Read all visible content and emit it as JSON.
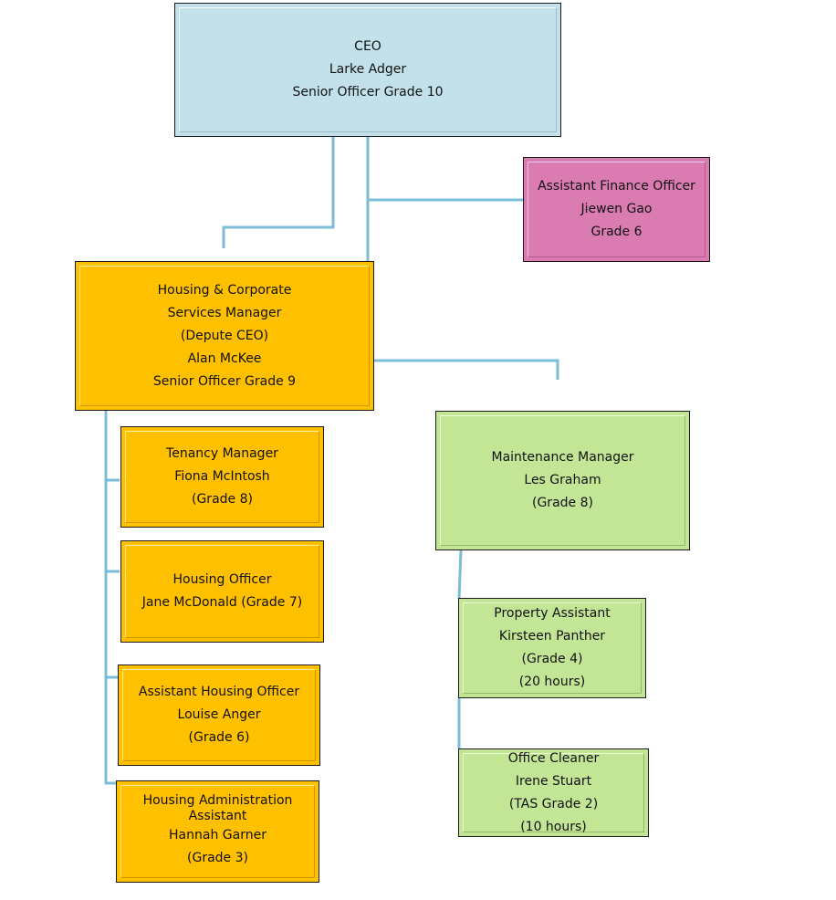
{
  "chart": {
    "boxes": {
      "ceo": {
        "lines": [
          "CEO",
          "Larke Adger",
          "Senior Officer Grade 10"
        ]
      },
      "finance": {
        "lines": [
          "Assistant Finance Officer",
          "Jiewen Gao",
          "Grade 6"
        ]
      },
      "deputy": {
        "lines": [
          "Housing & Corporate",
          "Services Manager",
          "(Depute CEO)",
          "Alan McKee",
          "Senior Officer Grade 9"
        ]
      },
      "tenancy": {
        "lines": [
          "Tenancy Manager",
          "Fiona McIntosh",
          "(Grade 8)"
        ]
      },
      "housing_officer": {
        "lines": [
          "Housing Officer",
          "Jane McDonald (Grade 7)"
        ]
      },
      "assistant_housing": {
        "lines": [
          "Assistant Housing Officer",
          "Louise Anger",
          "(Grade 6)"
        ]
      },
      "admin_assistant": {
        "lines": [
          "Housing Administration",
          "Assistant",
          "Hannah Garner",
          "(Grade 3)"
        ]
      },
      "maintenance": {
        "lines": [
          "Maintenance Manager",
          "Les Graham",
          "(Grade 8)"
        ]
      },
      "property": {
        "lines": [
          "Property Assistant",
          "Kirsteen Panther",
          "(Grade 4)",
          "(20 hours)"
        ]
      },
      "cleaner": {
        "lines": [
          "Office Cleaner",
          "Irene Stuart",
          "(TAS Grade 2)",
          "(10 hours)"
        ]
      }
    }
  },
  "colors": {
    "connector": "#7bbcd6",
    "ceo_fill": "#c3e1ea",
    "finance_fill": "#da7cb2",
    "housing_fill": "#ffc000",
    "maintenance_fill": "#c3e596"
  }
}
